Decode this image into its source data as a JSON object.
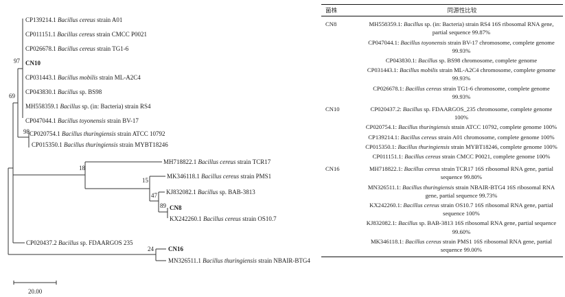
{
  "tree": {
    "leaves": [
      {
        "id": "L1",
        "acc": "CP139214.1",
        "genus": "Bacillus cereus",
        "rest": "strain A01",
        "bold": false
      },
      {
        "id": "L2",
        "acc": "CP011151.1",
        "genus": "Bacillus cereus",
        "rest": "strain CMCC P0021",
        "bold": false
      },
      {
        "id": "L3",
        "acc": "CP026678.1",
        "genus": "Bacillus cereus",
        "rest": "strain TG1-6",
        "bold": false
      },
      {
        "id": "L4",
        "acc": "CN10",
        "genus": "",
        "rest": "",
        "bold": true
      },
      {
        "id": "L5",
        "acc": "CP031443.1",
        "genus": "Bacillus mobilis",
        "rest": "strain ML-A2C4",
        "bold": false
      },
      {
        "id": "L6",
        "acc": "CP043830.1",
        "genus": "Bacillus",
        "rest": "sp. BS98",
        "bold": false
      },
      {
        "id": "L7",
        "acc": "MH558359.1",
        "genus": "Bacillus",
        "rest": "sp. (in: Bacteria) strain RS4",
        "bold": false
      },
      {
        "id": "L8",
        "acc": "CP047044.1",
        "genus": "Bacillus toyonensis",
        "rest": "strain BV-17",
        "bold": false
      },
      {
        "id": "L9",
        "acc": "CP020754.1",
        "genus": "Bacillus thuringiensis",
        "rest": "strain ATCC 10792",
        "bold": false
      },
      {
        "id": "L10",
        "acc": "CP015350.1",
        "genus": "Bacillus thuringiensis",
        "rest": "strain MYBT18246",
        "bold": false
      },
      {
        "id": "L11",
        "acc": "MH718822.1",
        "genus": "Bacillus cereus",
        "rest": "strain TCR17",
        "bold": false
      },
      {
        "id": "L12",
        "acc": "MK346118.1",
        "genus": "Bacillus cereus",
        "rest": "strain PMS1",
        "bold": false
      },
      {
        "id": "L13",
        "acc": "KJ832082.1",
        "genus": "Bacillus",
        "rest": "sp. BAB-3813",
        "bold": false
      },
      {
        "id": "L14",
        "acc": "CN8",
        "genus": "",
        "rest": "",
        "bold": true
      },
      {
        "id": "L15",
        "acc": "KX242260.1",
        "genus": "Bacillus cereus",
        "rest": "strain OS10.7",
        "bold": false
      },
      {
        "id": "L16",
        "acc": "CP020437.2",
        "genus": "Bacillus",
        "rest": "sp. FDAARGOS 235",
        "bold": false
      },
      {
        "id": "L17",
        "acc": "CN16",
        "genus": "",
        "rest": "",
        "bold": true
      },
      {
        "id": "L18",
        "acc": "MN326511.1",
        "genus": "Bacillus thuringiensis",
        "rest": "strain NBAIR-BTG4",
        "bold": false
      }
    ],
    "bootstrap": {
      "n97": "97",
      "n69": "69",
      "n98": "98",
      "n18": "18",
      "n15": "15",
      "n47": "47",
      "n89": "89",
      "n24": "24"
    },
    "scale_bar": "20.00"
  },
  "table": {
    "headers": {
      "strain": "菌株",
      "homology": "同源性比较"
    },
    "groups": [
      {
        "strain": "CN8",
        "rows": [
          {
            "acc": "MH558359.1:",
            "genus": "Bacillus",
            "text": "sp. (in: Bacteria) strain RS4 16S ribosomal RNA gene, partial sequence 99.87%"
          },
          {
            "acc": "CP047044.1:",
            "genus": "Bacillus toyonensis",
            "text": "strain BV-17 chromosome, complete genome 99.93%"
          },
          {
            "acc": "CP043830.1:",
            "genus": "Bacillus",
            "text": "sp. BS98 chromosome, complete genome"
          },
          {
            "acc": "CP031443.1:",
            "genus": "Bacillus mobilis",
            "text": "strain ML-A2C4 chromosome, complete genome 99.93%"
          },
          {
            "acc": "CP026678.1:",
            "genus": "Bacillus cereus",
            "text": "strain TG1-6 chromosome, complete genome 99.93%"
          }
        ]
      },
      {
        "strain": "CN10",
        "rows": [
          {
            "acc": "CP020437.2:",
            "genus": "Bacillus",
            "text": "sp. FDAARGOS_235 chromosome, complete genome 100%"
          },
          {
            "acc": "CP020754.1:",
            "genus": "Bacillus thuringiensis",
            "text": "strain ATCC 10792, complete genome 100%"
          },
          {
            "acc": "CP139214.1:",
            "genus": "Bacillus cereus",
            "text": "strain A01 chromosome, complete genome 100%"
          },
          {
            "acc": "CP015350.1:",
            "genus": "Bacillus thuringiensis",
            "text": "strain MYBT18246, complete genome 100%"
          },
          {
            "acc": "CP011151.1:",
            "genus": "Bacillus cereus",
            "text": "strain CMCC P0021, complete genome 100%"
          }
        ]
      },
      {
        "strain": "CN16",
        "rows": [
          {
            "acc": "MH718822.1:",
            "genus": "Bacillus cereus",
            "text": "strain TCR17 16S ribosomal RNA gene, partial sequence 99.80%"
          },
          {
            "acc": "MN326511.1:",
            "genus": "Bacillus thuringiensis",
            "text": "strain NBAIR-BTG4 16S ribosomal RNA gene, partial sequence 99.73%"
          },
          {
            "acc": "KX242260.1:",
            "genus": "Bacillus cereus",
            "text": "strain OS10.7 16S ribosomal RNA gene, partial sequence 100%"
          },
          {
            "acc": "KJ832082.1:",
            "genus": "Bacillus",
            "text": "sp. BAB-3813 16S ribosomal RNA gene, partial sequence 99.60%"
          },
          {
            "acc": "MK346118.1:",
            "genus": "Bacillus cereus",
            "text": "strain PMS1 16S ribosomal RNA gene, partial sequence 99.00%"
          }
        ]
      }
    ]
  }
}
